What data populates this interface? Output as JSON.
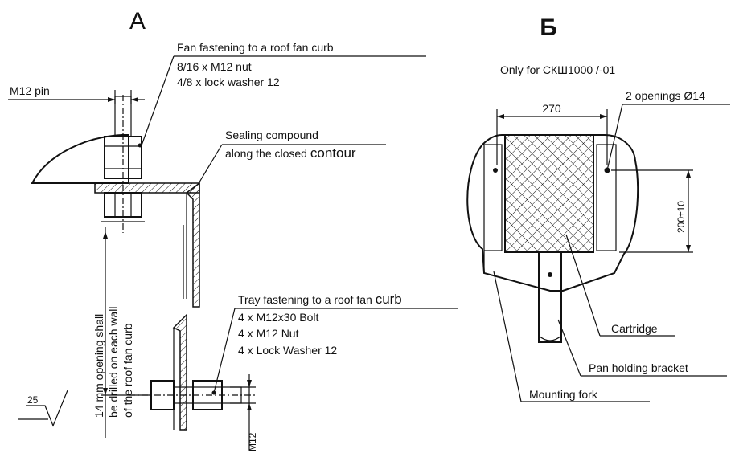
{
  "view_a": {
    "title": "А",
    "fan_fastening": {
      "heading": "Fan fastening to a roof fan curb",
      "line1": "8/16 x M12 nut",
      "line2": "4/8 x lock washer 12"
    },
    "pin_label": "M12 pin",
    "sealing": {
      "line1": "Sealing compound",
      "line2_prefix": "along the closed ",
      "line2_emph": "contour"
    },
    "tray_fastening": {
      "heading_prefix": "Tray fastening to a roof fan ",
      "heading_emph": "curb",
      "line1": "4 x M12x30 Bolt",
      "line2": "4 x M12 Nut",
      "line3": "4 x Lock Washer 12"
    },
    "vertical_note": {
      "line1": "14 mm opening shall",
      "line2": "be drilled on each wall",
      "line3": "of the roof fan curb"
    },
    "angle_label": "25",
    "m12_dim": "M12"
  },
  "view_b": {
    "title": "Б",
    "note": "Only for СКШ1000 /-01",
    "width_dim": "270",
    "openings_label": "2 openings Ø14",
    "height_dim": "200±10",
    "cartridge_label": "Cartridge",
    "bracket_label": "Pan holding bracket",
    "fork_label": "Mounting fork"
  }
}
